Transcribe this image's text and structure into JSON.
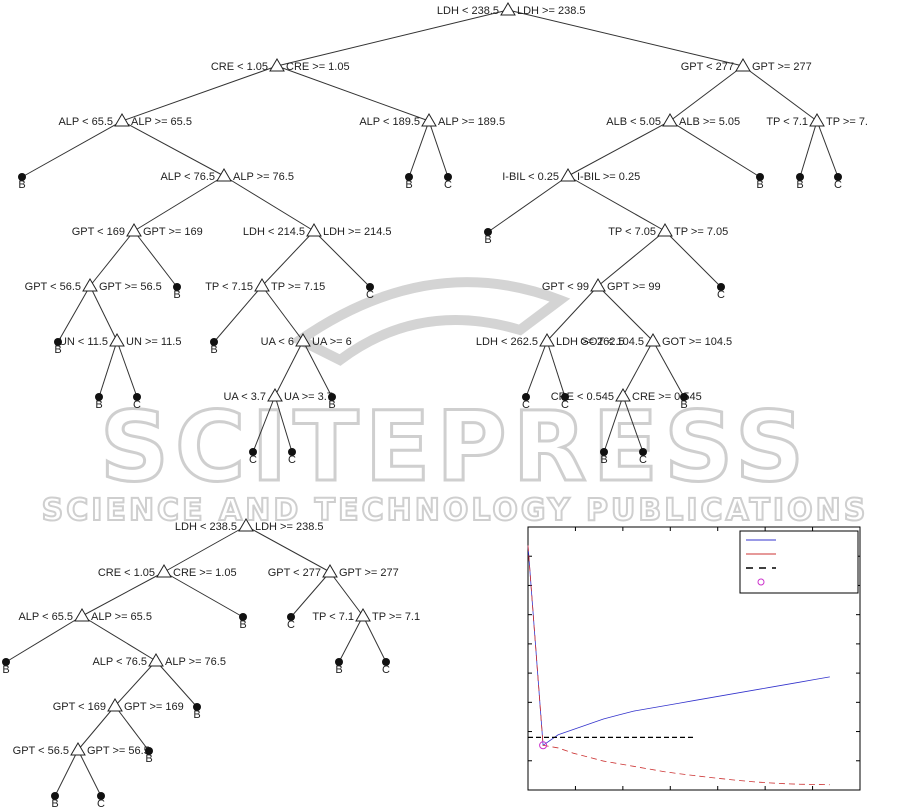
{
  "watermark": {
    "title": "SCITEPRESS",
    "subtitle": "SCIENCE AND TECHNOLOGY PUBLICATIONS"
  },
  "tree_top": {
    "n_root": {
      "left": "LDH < 238.5",
      "right": "LDH >= 238.5"
    },
    "n_cre": {
      "left": "CRE < 1.05",
      "right": "CRE >= 1.05"
    },
    "n_gpt277": {
      "left": "GPT < 277",
      "right": "GPT >= 277"
    },
    "n_alp655": {
      "left": "ALP < 65.5",
      "right": "ALP >= 65.5"
    },
    "n_alp1895": {
      "left": "ALP < 189.5",
      "right": "ALP >= 189.5"
    },
    "n_alb": {
      "left": "ALB < 5.05",
      "right": "ALB >= 5.05"
    },
    "n_tp71": {
      "left": "TP < 7.1",
      "right": "TP >= 7."
    },
    "n_alp765": {
      "left": "ALP < 76.5",
      "right": "ALP >= 76.5"
    },
    "n_ibil": {
      "left": "I-BIL < 0.25",
      "right": "I-BIL >= 0.25"
    },
    "n_gpt169": {
      "left": "GPT < 169",
      "right": "GPT >= 169"
    },
    "n_ldh2145": {
      "left": "LDH < 214.5",
      "right": "LDH >= 214.5"
    },
    "n_tp705": {
      "left": "TP < 7.05",
      "right": "TP >= 7.05"
    },
    "n_gpt565": {
      "left": "GPT < 56.5",
      "right": "GPT >= 56.5"
    },
    "n_tp715": {
      "left": "TP < 7.15",
      "right": "TP >= 7.15"
    },
    "n_gpt99": {
      "left": "GPT < 99",
      "right": "GPT >= 99"
    },
    "n_un": {
      "left": "UN < 11.5",
      "right": "UN >= 11.5"
    },
    "n_ua6": {
      "left": "UA < 6",
      "right": "UA >= 6"
    },
    "n_ldh2625": {
      "left": "LDH < 262.5",
      "right": "LDH >= 262.5"
    },
    "n_got": {
      "left": "GOT < 104.5",
      "right": "GOT >= 104.5"
    },
    "n_ua37": {
      "left": "UA < 3.7",
      "right": "UA >= 3.7"
    },
    "n_cre0545": {
      "left": "CRE < 0.545",
      "right": "CRE >= 0.545"
    },
    "leaves": {
      "l1": "B",
      "l2": "B",
      "l3": "C",
      "l4": "B",
      "l5": "B",
      "l6": "C",
      "l7": "B",
      "l8": "B",
      "l9": "C",
      "l10": "C",
      "l11": "B",
      "l12": "B",
      "l13": "B",
      "l14": "C",
      "l15": "B",
      "l16": "C",
      "l17": "C",
      "l18": "B",
      "l19": "C",
      "l20": "C",
      "l21": "B",
      "l22": "C"
    }
  },
  "tree_bottom": {
    "b_root": {
      "left": "LDH < 238.5",
      "right": "LDH >= 238.5"
    },
    "b_cre": {
      "left": "CRE < 1.05",
      "right": "CRE >= 1.05"
    },
    "b_gpt277": {
      "left": "GPT < 277",
      "right": "GPT >= 277"
    },
    "b_alp655": {
      "left": "ALP < 65.5",
      "right": "ALP >= 65.5"
    },
    "b_tp71": {
      "left": "TP < 7.1",
      "right": "TP >= 7.1"
    },
    "b_alp765": {
      "left": "ALP < 76.5",
      "right": "ALP >= 76.5"
    },
    "b_gpt169": {
      "left": "GPT < 169",
      "right": "GPT >= 169"
    },
    "b_gpt565": {
      "left": "GPT < 56.5",
      "right": "GPT >= 56.5"
    },
    "leaves": {
      "m1": "B",
      "m2": "C",
      "m3": "B",
      "m4": "B",
      "m5": "C",
      "m6": "B",
      "m7": "B",
      "m8": "B",
      "m9": "C"
    }
  },
  "chart_data": {
    "type": "line",
    "x": [
      0,
      1,
      2,
      3,
      4,
      5,
      6,
      7,
      8,
      9,
      10,
      11,
      12,
      13,
      14,
      15,
      16,
      17,
      18,
      19,
      20
    ],
    "series": [
      {
        "color": "#3333cc",
        "dash": "solid",
        "values": [
          0.93,
          0.17,
          0.21,
          0.23,
          0.25,
          0.27,
          0.285,
          0.3,
          0.31,
          0.32,
          0.33,
          0.34,
          0.35,
          0.36,
          0.37,
          0.38,
          0.39,
          0.4,
          0.41,
          0.42,
          0.43
        ]
      },
      {
        "color": "#cc3333",
        "dash": "dashed",
        "values": [
          0.93,
          0.17,
          0.16,
          0.14,
          0.125,
          0.11,
          0.1,
          0.09,
          0.08,
          0.07,
          0.062,
          0.055,
          0.048,
          0.042,
          0.036,
          0.031,
          0.027,
          0.024,
          0.022,
          0.021,
          0.02
        ]
      },
      {
        "color": "#000000",
        "dash": "long-dash",
        "values": [
          0.2,
          0.2,
          0.2,
          0.2,
          0.2,
          0.2,
          0.2,
          0.2,
          0.2,
          0.2,
          0.2,
          0.2,
          null,
          null,
          null,
          null,
          null,
          null,
          null,
          null,
          null
        ]
      }
    ],
    "marker": {
      "x": 1,
      "y": 0.17,
      "color": "#cc33cc"
    },
    "legend_position": "top-right",
    "xlim": [
      0,
      22
    ],
    "ylim": [
      0,
      1
    ],
    "colors": {
      "blue": "#3333cc",
      "red": "#cc3333",
      "black": "#000000",
      "magenta": "#cc33cc"
    }
  }
}
